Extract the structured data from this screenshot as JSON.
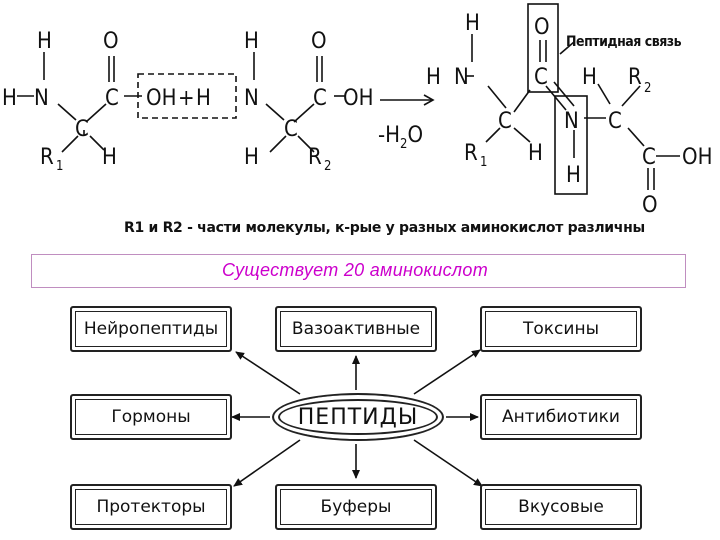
{
  "reaction": {
    "peptide_bond_label": "Пептидная связь",
    "water_loss": "-H",
    "water_sub": "2",
    "water_o": "O"
  },
  "note": "R1 и  R2  -  части молекулы, к-рые у разных аминокислот различны",
  "fact": "Существует 20 аминокислот",
  "peptides": {
    "center": "ПЕПТИДЫ",
    "items": {
      "neuropeptides": "Нейропептиды",
      "vasoactive": "Вазоактивные",
      "toxins": "Токсины",
      "hormones": "Гормоны",
      "antibiotics": "Антибиотики",
      "protectors": "Протекторы",
      "buffers": "Буферы",
      "flavor": "Вкусовые"
    }
  }
}
